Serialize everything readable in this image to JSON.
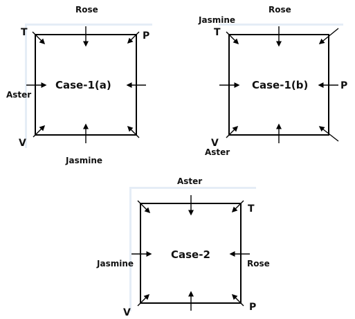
{
  "cases": [
    {
      "id": "case-1a",
      "title": "Case-1(a)",
      "side_labels": {
        "top": "Rose",
        "left": "Aster",
        "bottom": "Jasmine"
      },
      "corner_labels": {
        "top_left": "T",
        "top_right": "P",
        "bottom_left": "V"
      }
    },
    {
      "id": "case-1b",
      "title": "Case-1(b)",
      "side_labels": {
        "top": "Rose",
        "right": "P",
        "top_left_outer": "Jasmine",
        "bottom_left_outer": "Aster"
      },
      "corner_labels": {
        "top_left": "T",
        "bottom_left": "V"
      }
    },
    {
      "id": "case-2",
      "title": "Case-2",
      "side_labels": {
        "top": "Aster",
        "left": "Jasmine",
        "right": "Rose"
      },
      "corner_labels": {
        "top_right": "T",
        "bottom_left": "V",
        "bottom_right": "P"
      }
    }
  ],
  "colors": {
    "ink": "#000000",
    "shadow": "#e5edf6"
  }
}
